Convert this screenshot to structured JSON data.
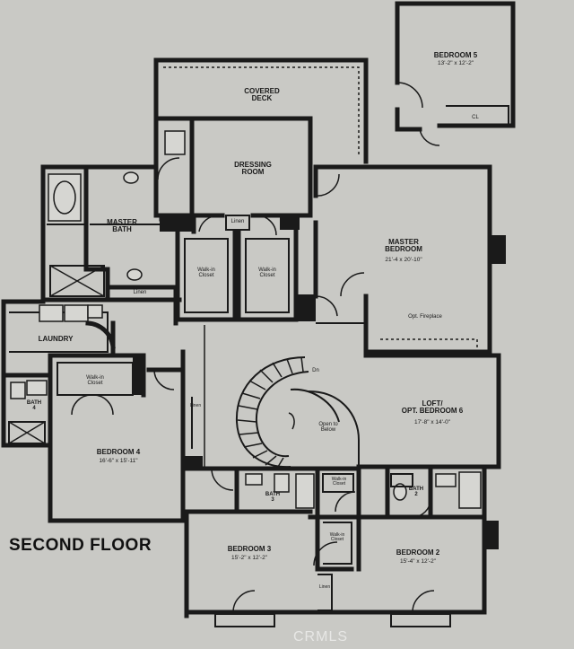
{
  "plan": {
    "title": "SECOND FLOOR",
    "watermark": "CRMLS",
    "rooms": {
      "bedroom5": {
        "name": "BEDROOM 5",
        "dim": "13'-2\" x 12'-2\""
      },
      "covered_deck": {
        "name": "COVERED\nDECK"
      },
      "dressing_room": {
        "name": "DRESSING\nROOM"
      },
      "master_bath": {
        "name": "MASTER\nBATH"
      },
      "master_bedroom": {
        "name": "MASTER\nBEDROOM",
        "dim": "21'-4 x 20'-10\""
      },
      "walkin_left": {
        "name": "Walk-in\nCloset"
      },
      "walkin_right": {
        "name": "Walk-in\nCloset"
      },
      "linen_top": {
        "name": "Linen"
      },
      "linen_mid": {
        "name": "Linen"
      },
      "fireplace": {
        "name": "Opt. Fireplace"
      },
      "laundry": {
        "name": "LAUNDRY"
      },
      "walkin_b4": {
        "name": "Walk-in\nCloset"
      },
      "bath4": {
        "name": "BATH\n4"
      },
      "bedroom4": {
        "name": "BEDROOM 4",
        "dim": "16'-6\" x 15'-11\""
      },
      "down": {
        "name": "Dn"
      },
      "open_below": {
        "name": "Open to\nBelow"
      },
      "loft": {
        "name": "LOFT/\nOPT. BEDROOM 6",
        "dim": "17'-8\" x 14'-0\""
      },
      "bath3": {
        "name": "BATH\n3"
      },
      "walkin_small": {
        "name": "Walk-in\nCloset"
      },
      "bath2": {
        "name": "BATH\n2"
      },
      "walkin_b3": {
        "name": "Walk-in\nCloset"
      },
      "bedroom3": {
        "name": "BEDROOM 3",
        "dim": "15'-2\" x 12'-2\""
      },
      "bedroom2": {
        "name": "BEDROOM 2",
        "dim": "15'-4\" x 12'-2\""
      },
      "closet_b5": {
        "name": "CL"
      },
      "linen_small": {
        "name": "Linen"
      },
      "linen_b2": {
        "name": "Linen"
      }
    }
  }
}
